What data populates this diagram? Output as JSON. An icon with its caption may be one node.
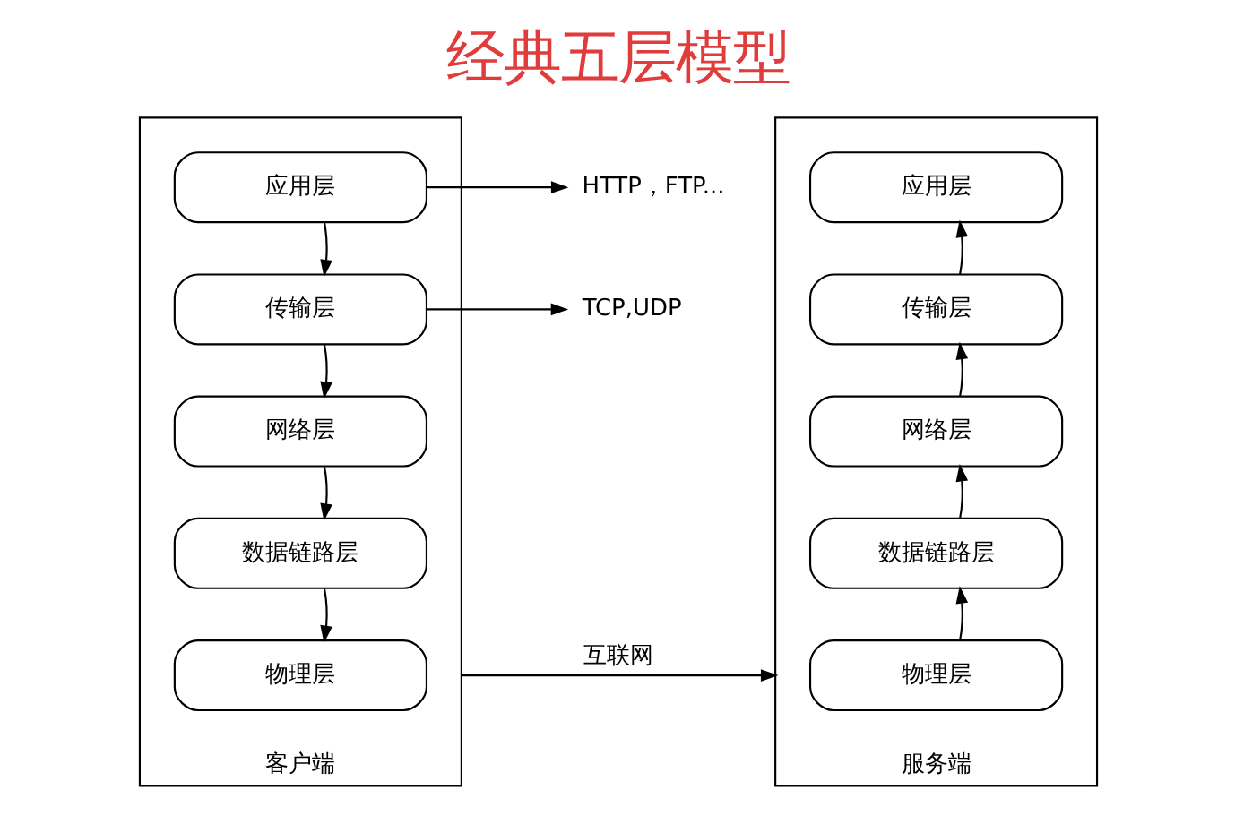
{
  "diagram": {
    "title": "经典五层模型",
    "nodes": [
      {
        "text": [
          "客户端"
        ]
      },
      {
        "text": [
          "应用层"
        ],
        "in": 0
      },
      {
        "text": [
          "传输层"
        ],
        "in": 0
      },
      {
        "text": [
          "网络层"
        ],
        "in": 0
      },
      {
        "text": [
          "数据链路层"
        ],
        "in": 0
      },
      {
        "text": [
          "物理层"
        ],
        "in": 0
      },
      {
        "text": [
          "HTTP，FTP..."
        ]
      },
      {
        "text": [
          "TCP,UDP"
        ]
      },
      {
        "text": [
          "服务端"
        ]
      },
      {
        "text": [
          "应用层"
        ],
        "in": 8
      },
      {
        "text": [
          "传输层"
        ],
        "in": 8
      },
      {
        "text": [
          "网络层"
        ],
        "in": 8
      },
      {
        "text": [
          "数据链路层"
        ],
        "in": 8
      },
      {
        "text": [
          "物理层"
        ],
        "in": 8
      }
    ],
    "edges": [
      {
        "from": 1,
        "to": 2,
        "arrow": "to"
      },
      {
        "from": 2,
        "to": 3,
        "arrow": "to"
      },
      {
        "from": 3,
        "to": 4,
        "arrow": "to"
      },
      {
        "from": 4,
        "to": 5,
        "arrow": "to"
      },
      {
        "from": 1,
        "to": 6,
        "arrow": "to"
      },
      {
        "from": 2,
        "to": 7,
        "arrow": "to"
      },
      {
        "from": 13,
        "to": 12,
        "arrow": "to"
      },
      {
        "from": 12,
        "to": 11,
        "arrow": "to"
      },
      {
        "from": 11,
        "to": 10,
        "arrow": "to"
      },
      {
        "from": 10,
        "to": 9,
        "arrow": "to"
      },
      {
        "from": 0,
        "to": 8,
        "arrow": "to",
        "label": "互联网"
      }
    ]
  }
}
